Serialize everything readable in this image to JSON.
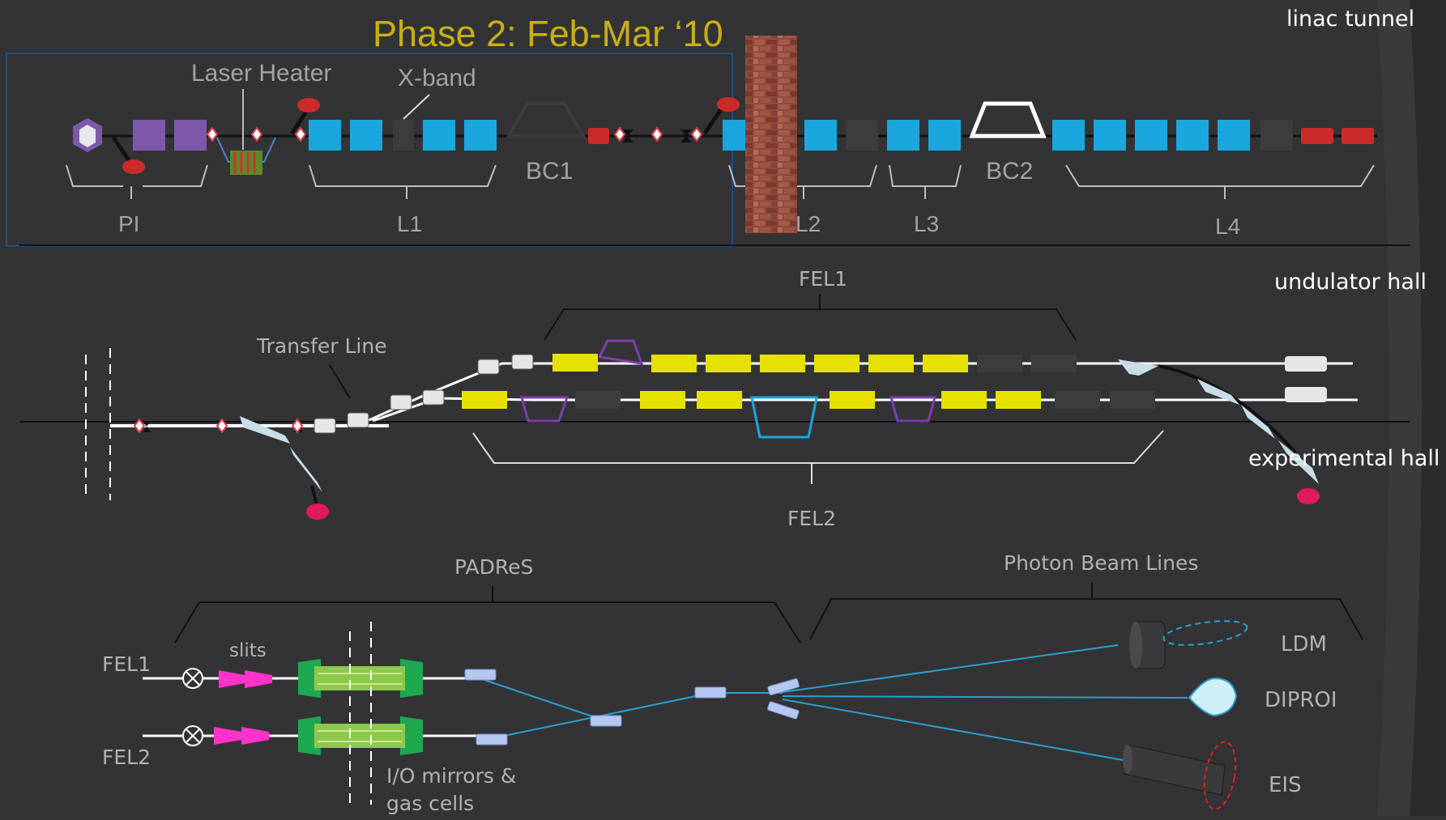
{
  "title": "Phase 2: Feb-Mar ‘10",
  "areas": {
    "linac_tunnel": "linac tunnel",
    "undulator_hall": "undulator hall",
    "experimental_hall": "experimental hall"
  },
  "linac": {
    "laser_heater": "Laser Heater",
    "x_band": "X-band",
    "sections": [
      "PI",
      "L1",
      "BC1",
      "L2",
      "L3",
      "BC2",
      "L4"
    ]
  },
  "undulator": {
    "fel1": "FEL1",
    "fel2": "FEL2",
    "transfer_line": "Transfer Line"
  },
  "experimental": {
    "padres": "PADReS",
    "photon_beam_lines": "Photon Beam Lines",
    "fel1": "FEL1",
    "fel2": "FEL2",
    "slits": "slits",
    "io_mirrors_line1": "I/O mirrors &",
    "io_mirrors_line2": "gas cells",
    "beamlines": [
      "LDM",
      "DIPROI",
      "EIS"
    ]
  },
  "colors": {
    "background": "#333335",
    "title": "#c9b012",
    "accelerating_section": "#1aa7dd",
    "undulator": "#e6e000",
    "gun": "#7d58a8",
    "dump": "#e11a5a",
    "photon_beam": "#2a9fd0",
    "padres_green": "#22aa55"
  },
  "icons": {
    "wall": "brick-wall-icon",
    "gun": "hexagon-gun-icon",
    "slit_monitor": "x-circle-icon"
  }
}
